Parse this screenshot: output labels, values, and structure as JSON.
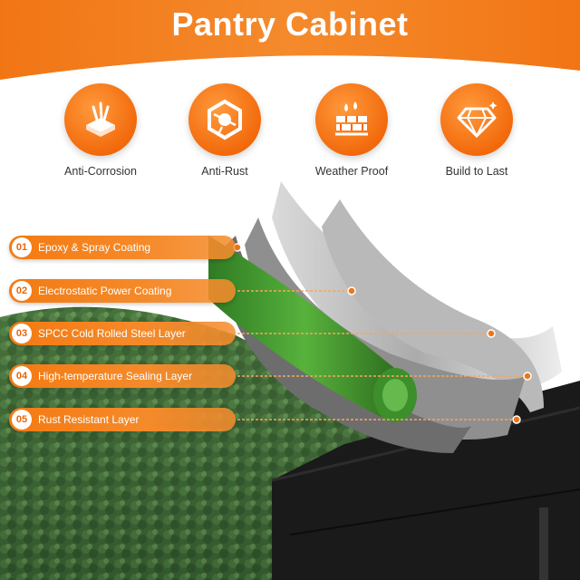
{
  "header": {
    "title": "Pantry Cabinet"
  },
  "features": [
    {
      "label": "Anti-Corrosion",
      "icon": "corrosion-icon"
    },
    {
      "label": "Anti-Rust",
      "icon": "rust-icon"
    },
    {
      "label": "Weather Proof",
      "icon": "weather-icon"
    },
    {
      "label": "Build to Last",
      "icon": "diamond-icon"
    }
  ],
  "layers": [
    {
      "num": "01",
      "label": "Epoxy & Spray Coating"
    },
    {
      "num": "02",
      "label": "Electrostatic Power Coating"
    },
    {
      "num": "03",
      "label": "SPCC Cold Rolled Steel Layer"
    },
    {
      "num": "04",
      "label": "High-temperature Sealing Layer"
    },
    {
      "num": "05",
      "label": "Rust Resistant Layer"
    }
  ],
  "colors": {
    "accent": "#f26a0c",
    "cabinet": "#1a1a1a",
    "forest": "#3f6b3a"
  }
}
